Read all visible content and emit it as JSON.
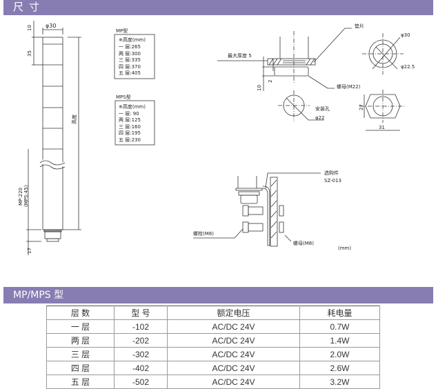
{
  "section1": {
    "title": "尺寸"
  },
  "tower": {
    "dia": "φ30",
    "top_gap": "10",
    "segment": "35",
    "height_label": "高度",
    "length_label": "MP:220",
    "length_label2": "(MPS:45)",
    "base": "17"
  },
  "mp_box": {
    "title": "MP型",
    "heading": "※高度(mm)",
    "rows": [
      "一 层:265",
      "两 层:300",
      "三 层:335",
      "四 层:370",
      "五 层:405"
    ]
  },
  "mps_box": {
    "title": "MPS型",
    "heading": "※高度(mm)",
    "rows": [
      "一 层: 90",
      "两 层:125",
      "三 层:160",
      "四 层:195",
      "五 层:230"
    ]
  },
  "mount": {
    "washer": "垫片",
    "max_thickness": "最大厚度 5",
    "nut": "螺母(M22)",
    "dim_2": "2",
    "dim_10": "10",
    "hole": "安装孔",
    "hole_dia": "φ22",
    "ring_outer": "φ30",
    "ring_inner": "φ22.5",
    "hex_h": "27",
    "hex_w": "31"
  },
  "bracket": {
    "option": "选购件",
    "option_code": "SZ-013",
    "bolt": "螺栓(M8)",
    "nut": "螺母(M8)",
    "unit": "(mm)"
  },
  "section2": {
    "title": "MP/MPS 型"
  },
  "table": {
    "headers": [
      "层 数",
      "型 号",
      "额定电压",
      "耗电量"
    ],
    "rows": [
      [
        "一 层",
        "-102",
        "AC/DC 24V",
        "0.7W"
      ],
      [
        "两 层",
        "-202",
        "AC/DC 24V",
        "1.4W"
      ],
      [
        "三 层",
        "-302",
        "AC/DC 24V",
        "2.0W"
      ],
      [
        "四 层",
        "-402",
        "AC/DC 24V",
        "2.6W"
      ],
      [
        "五 层",
        "-502",
        "AC/DC 24V",
        "3.2W"
      ]
    ]
  }
}
